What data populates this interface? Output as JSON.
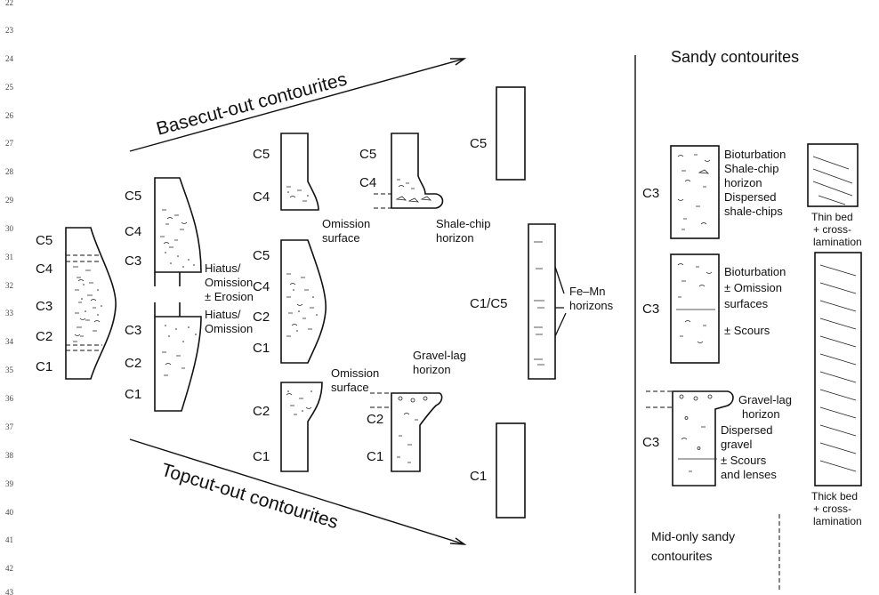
{
  "line_numbers": [
    "22",
    "23",
    "24",
    "25",
    "26",
    "27",
    "28",
    "29",
    "30",
    "31",
    "32",
    "33",
    "34",
    "35",
    "36",
    "37",
    "38",
    "39",
    "40",
    "41",
    "42",
    "43"
  ],
  "titles": {
    "basecut": "Basecut-out contourites",
    "topcut": "Topcut-out contourites",
    "sandy": "Sandy contourites",
    "mid_only_line1": "Mid-only sandy",
    "mid_only_line2": "contourites"
  },
  "labels": {
    "c1": "C1",
    "c2": "C2",
    "c3": "C3",
    "c4": "C4",
    "c5": "C5",
    "c1c5": "C1/C5"
  },
  "annotations": {
    "hiatus1": [
      "Hiatus/",
      "Omission",
      "± Erosion"
    ],
    "hiatus2": [
      "Hiatus/",
      "Omission"
    ],
    "omission_upper": [
      "Omission",
      "surface"
    ],
    "shale_chip": [
      "Shale-chip",
      "horizon"
    ],
    "omission_lower": [
      "Omission",
      "surface"
    ],
    "gravel_lag": [
      "Gravel-lag",
      "horizon"
    ],
    "fe_mn": [
      "Fe–Mn",
      "horizons"
    ],
    "sandy1": [
      "Bioturbation",
      "Shale-chip",
      "horizon",
      "Dispersed",
      "shale-chips"
    ],
    "sandy2": [
      "Bioturbation",
      "± Omission",
      "surfaces",
      "± Scours"
    ],
    "sandy3": [
      "Gravel-lag",
      "horizon",
      "Dispersed",
      "gravel",
      "± Scours",
      "and lenses"
    ],
    "thin_bed": [
      "Thin bed",
      "+ cross-",
      "lamination"
    ],
    "thick_bed": [
      "Thick bed",
      "+ cross-",
      "lamination"
    ]
  }
}
